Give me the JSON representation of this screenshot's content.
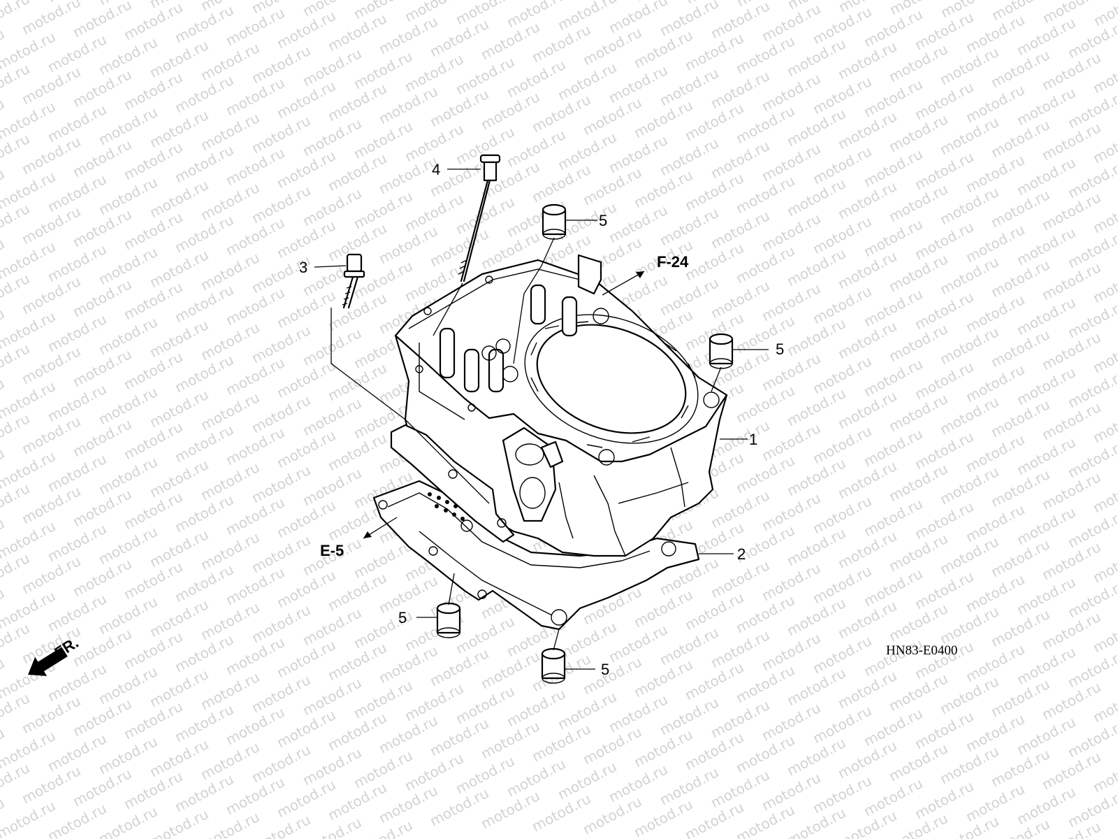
{
  "watermark": {
    "text": "motod.ru"
  },
  "callouts": {
    "c1": "1",
    "c2": "2",
    "c3": "3",
    "c4": "4",
    "c5a": "5",
    "c5b": "5",
    "c5c": "5",
    "c5d": "5"
  },
  "references": {
    "f24": "F-24",
    "e5": "E-5"
  },
  "front_label": "FR.",
  "diagram_code": "HN83-E0400",
  "colors": {
    "line": "#000000",
    "watermark": "#d2d2d2",
    "background": "#ffffff"
  }
}
